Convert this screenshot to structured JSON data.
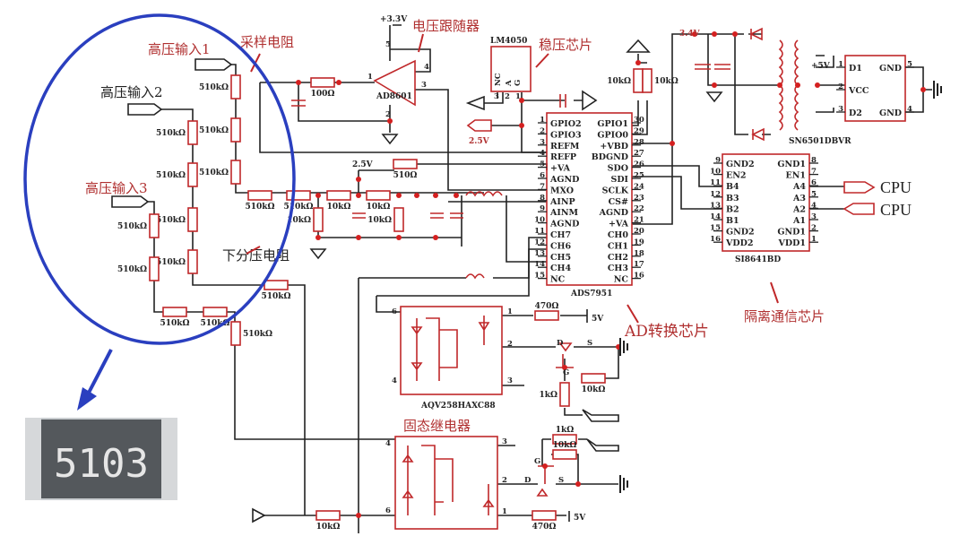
{
  "colors": {
    "wire": "#222222",
    "component": "#c0282a",
    "highlight": "#2a3fbf",
    "chip_body": "#5a5d60"
  },
  "annotations": {
    "hv_input_1": "高压输入1",
    "hv_input_2": "高压输入2",
    "hv_input_3": "高压输入3",
    "sampling_resistor": "采样电阻",
    "lower_divider_resistor": "下分压电阻",
    "voltage_follower": "电压跟随器",
    "regulator_chip": "稳压芯片",
    "ad_converter_chip": "AD转换芯片",
    "isolation_comm_chip": "隔离通信芯片",
    "solid_state_relay": "固态继电器"
  },
  "resistor_values": {
    "r510k": "510kΩ",
    "r10k": "10kΩ",
    "r100": "100Ω",
    "r510": "510Ω",
    "r470": "470Ω",
    "r1k": "1kΩ"
  },
  "voltages": {
    "v33": "+3.3V",
    "v25": "2.5V",
    "v25_ref": "2.5V",
    "v34": "3.4V",
    "v5": "+5V",
    "v5_relay": "5V"
  },
  "components": {
    "opamp": {
      "name": "AD8601",
      "pins": [
        "1",
        "2",
        "3",
        "4",
        "5"
      ]
    },
    "regulator": {
      "name": "LM4050",
      "pins": [
        "NC",
        "A",
        "G"
      ],
      "pin_numbers": [
        "3",
        "2",
        "1"
      ]
    },
    "adc": {
      "name": "ADS7951",
      "left_pins": [
        {
          "n": "1",
          "label": "GPIO2"
        },
        {
          "n": "2",
          "label": "GPIO3"
        },
        {
          "n": "3",
          "label": "REFM"
        },
        {
          "n": "4",
          "label": "REFP"
        },
        {
          "n": "5",
          "label": "+VA"
        },
        {
          "n": "6",
          "label": "AGND"
        },
        {
          "n": "7",
          "label": "MXO"
        },
        {
          "n": "8",
          "label": "AINP"
        },
        {
          "n": "9",
          "label": "AINM"
        },
        {
          "n": "10",
          "label": "AGND"
        },
        {
          "n": "11",
          "label": "CH7"
        },
        {
          "n": "12",
          "label": "CH6"
        },
        {
          "n": "13",
          "label": "CH5"
        },
        {
          "n": "14",
          "label": "CH4"
        },
        {
          "n": "15",
          "label": "NC"
        }
      ],
      "right_pins": [
        {
          "n": "30",
          "label": "GPIO1"
        },
        {
          "n": "29",
          "label": "GPIO0"
        },
        {
          "n": "28",
          "label": "+VBD"
        },
        {
          "n": "27",
          "label": "BDGND"
        },
        {
          "n": "26",
          "label": "SDO"
        },
        {
          "n": "25",
          "label": "SDI"
        },
        {
          "n": "24",
          "label": "SCLK"
        },
        {
          "n": "23",
          "label": "CS#"
        },
        {
          "n": "22",
          "label": "AGND"
        },
        {
          "n": "21",
          "label": "+VA"
        },
        {
          "n": "20",
          "label": "CH0"
        },
        {
          "n": "19",
          "label": "CH1"
        },
        {
          "n": "18",
          "label": "CH2"
        },
        {
          "n": "17",
          "label": "CH3"
        },
        {
          "n": "16",
          "label": "NC"
        }
      ]
    },
    "isolator": {
      "name": "SI8641BD",
      "left_pins": [
        {
          "n": "9",
          "label": "GND2"
        },
        {
          "n": "10",
          "label": "EN2"
        },
        {
          "n": "11",
          "label": "B4"
        },
        {
          "n": "12",
          "label": "B3"
        },
        {
          "n": "13",
          "label": "B2"
        },
        {
          "n": "14",
          "label": "B1"
        },
        {
          "n": "15",
          "label": "GND2"
        },
        {
          "n": "16",
          "label": "VDD2"
        }
      ],
      "right_pins": [
        {
          "n": "8",
          "label": "GND1"
        },
        {
          "n": "7",
          "label": "EN1"
        },
        {
          "n": "6",
          "label": "A4"
        },
        {
          "n": "5",
          "label": "A3"
        },
        {
          "n": "4",
          "label": "A2"
        },
        {
          "n": "3",
          "label": "A1"
        },
        {
          "n": "2",
          "label": "GND1"
        },
        {
          "n": "1",
          "label": "VDD1"
        }
      ]
    },
    "dcdc": {
      "name": "SN6501DBVR",
      "pins_left": [
        {
          "n": "1",
          "label": "D1"
        },
        {
          "n": "2",
          "label": "VCC"
        },
        {
          "n": "3",
          "label": "D2"
        }
      ],
      "pins_right": [
        {
          "n": "5",
          "label": "GND"
        },
        {
          "n": "4",
          "label": "GND"
        }
      ]
    },
    "relay1": {
      "name": "AQV258HAXC88",
      "pins": [
        "6",
        "4",
        "1",
        "2",
        "3"
      ],
      "mosfet": [
        "D",
        "S",
        "G"
      ]
    },
    "relay2": {
      "pins": [
        "4",
        "6",
        "3",
        "2",
        "1"
      ],
      "mosfet": [
        "G",
        "D",
        "S"
      ]
    }
  },
  "cpu_labels": [
    "CPU",
    "CPU"
  ],
  "chip_photo": {
    "marking": "5103"
  }
}
